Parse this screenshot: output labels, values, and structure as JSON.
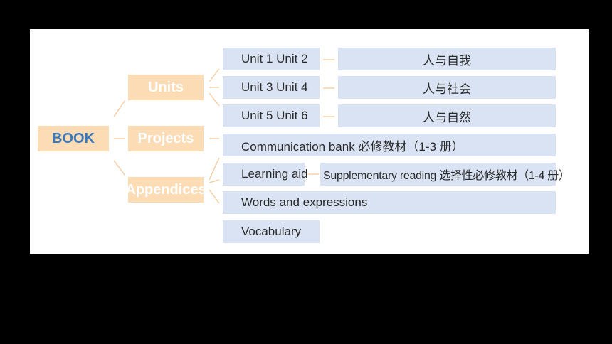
{
  "root": "BOOK",
  "branches": {
    "units": "Units",
    "projects": "Projects",
    "appendices": "Appendices"
  },
  "unit_rows": [
    {
      "units": "Unit 1   Unit 2",
      "theme": "人与自我"
    },
    {
      "units": "Unit 3   Unit 4",
      "theme": "人与社会"
    },
    {
      "units": "Unit 5   Unit 6",
      "theme": "人与自然"
    }
  ],
  "appendix_items": {
    "communication_bank": "Communication bank 必修教材（1-3 册）",
    "learning_aid": "Learning aid",
    "supplementary_reading": "Supplementary reading 选择性必修教材（1-4 册）",
    "words_and_expressions": "Words and expressions",
    "vocabulary": "Vocabulary"
  },
  "colors": {
    "branch_fill": "#fbdcb5",
    "leaf_fill": "#d9e3f3",
    "root_text": "#3b79bd",
    "connector": "#f5c99a"
  }
}
